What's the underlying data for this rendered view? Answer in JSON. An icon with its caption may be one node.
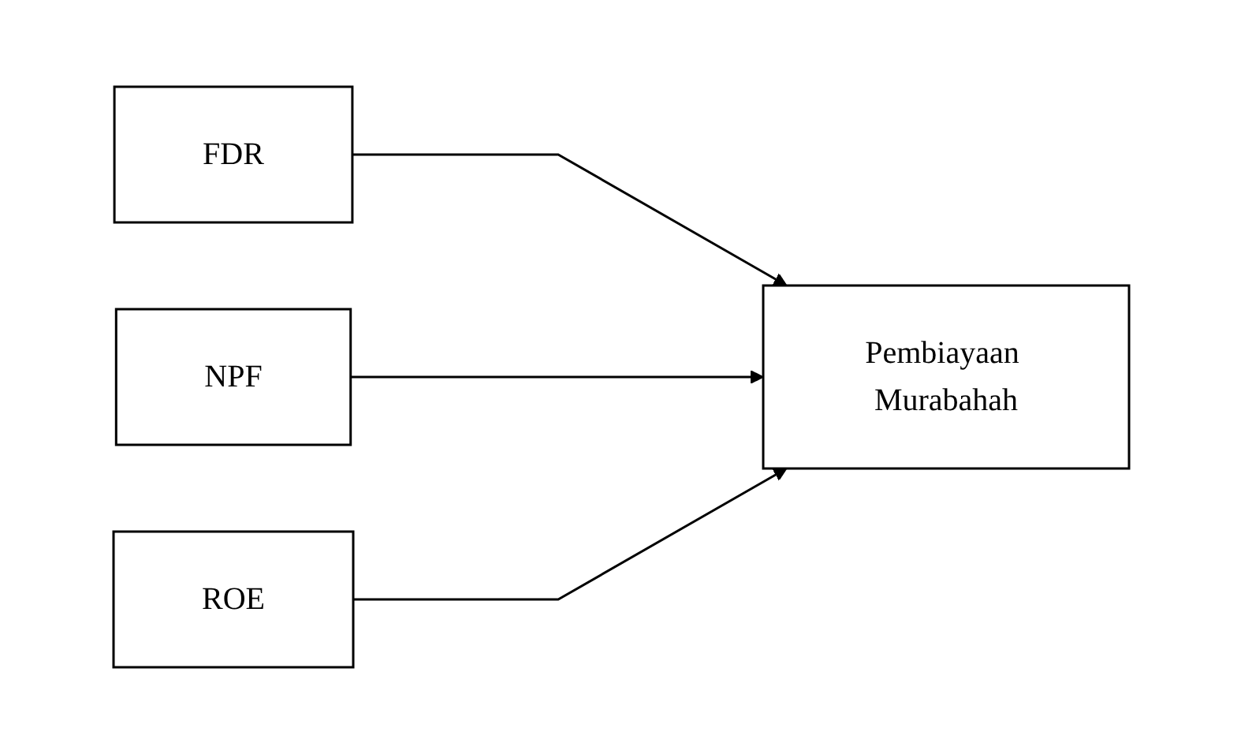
{
  "diagram": {
    "nodes": [
      {
        "text": [
          "FDR"
        ]
      },
      {
        "text": [
          "NPF"
        ]
      },
      {
        "text": [
          "ROE"
        ]
      },
      {
        "text": [
          "Pembiayaan Murabahah"
        ]
      }
    ],
    "edges": [
      {
        "from": 0,
        "to": 3,
        "arrow": "to"
      },
      {
        "from": 1,
        "to": 3,
        "arrow": "to"
      },
      {
        "from": 2,
        "to": 3,
        "arrow": "to"
      }
    ]
  }
}
